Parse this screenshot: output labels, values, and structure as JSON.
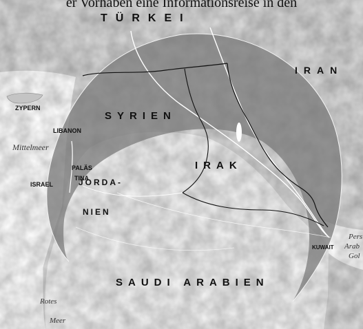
{
  "caption": "er Vorhaben eine Informationsreise in den",
  "labels": {
    "tuerkei": "TÜRKEI",
    "iran": "IRAN",
    "syrien": "SYRIEN",
    "irak": "IRAK",
    "jordanien_1": "JORDA-",
    "jordanien_2": "NIEN",
    "saudi_arabien": "SAUDI ARABIEN",
    "zypern": "ZYPERN",
    "libanon": "LIBANON",
    "palaestina_1": "PALÄS",
    "palaestina_2": "TINA",
    "israel": "ISRAEL",
    "kuwait": "KUWAIT",
    "mittelmeer": "Mittelmeer",
    "persischer_1": "Pers",
    "persischer_2": "Arab",
    "persischer_3": "Gol",
    "rotes": "Rotes",
    "meer": "Meer"
  },
  "colors": {
    "crescent": "#7b7b7b",
    "terrain": "#d6d6d6",
    "desert": "#eeeeee",
    "water": "#fbfbfb",
    "border": "#111111",
    "river": "#ffffff"
  }
}
